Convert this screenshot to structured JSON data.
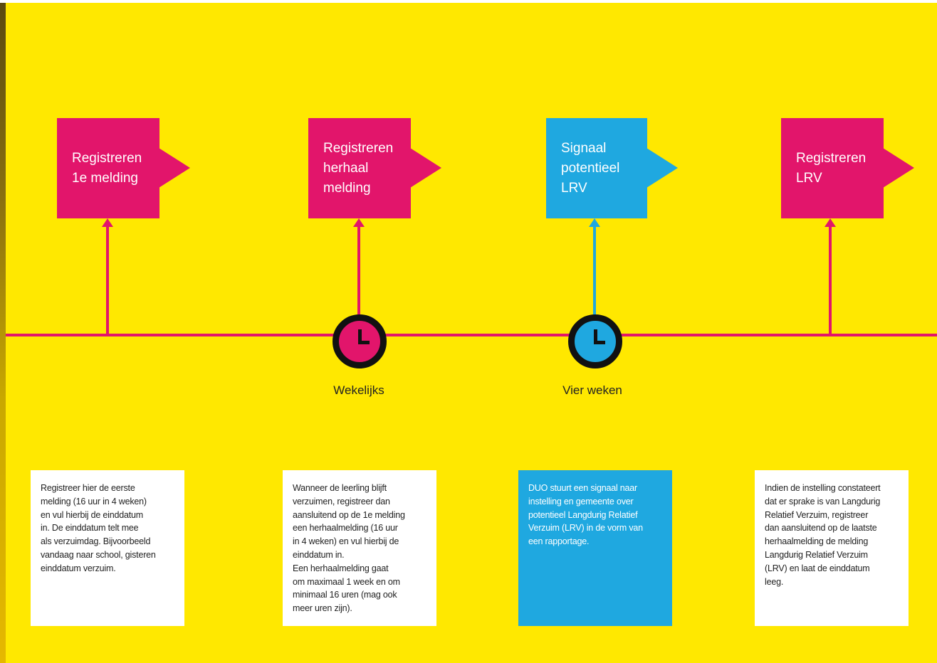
{
  "colors": {
    "background": "#FFE800",
    "magenta": "#E2156B",
    "cyan": "#1FA8E0",
    "clock_rim": "#111111",
    "card": "#FFFFFF"
  },
  "steps": [
    {
      "label": "Registreren\n1e melding",
      "color": "magenta"
    },
    {
      "label": "Registreren\nherhaal\nmelding",
      "color": "magenta"
    },
    {
      "label": "Signaal\npotentieel\nLRV",
      "color": "cyan"
    },
    {
      "label": "Registreren\nLRV",
      "color": "magenta"
    }
  ],
  "clocks": [
    {
      "label": "Wekelijks",
      "color": "magenta",
      "icon": "clock-icon"
    },
    {
      "label": "Vier weken",
      "color": "cyan",
      "icon": "clock-icon"
    }
  ],
  "descriptions": [
    "Registreer hier de eerste\nmelding (16 uur in 4 weken)\nen vul hierbij de einddatum\nin. De einddatum telt mee\nals verzuimdag. Bijvoorbeeld\nvandaag naar school, gisteren\neinddatum verzuim.",
    "Wanneer de leerling blijft\nverzuimen, registreer dan\naansluitend op de 1e melding\neen herhaalmelding (16 uur\nin 4 weken) en vul hierbij de\neinddatum in.\nEen herhaalmelding gaat\nom maximaal 1 week en om\nminimaal 16 uren (mag ook\nmeer uren zijn).",
    "DUO stuurt een signaal naar\ninstelling en gemeente over\npotentieel Langdurig Relatief\nVerzuim (LRV) in de vorm van\neen rapportage.",
    "Indien de instelling constateert\ndat er sprake is van Langdurig\nRelatief Verzuim, registreer\ndan aansluitend op de laatste\nherhaalmelding de melding\nLangdurig Relatief Verzuim\n(LRV) en laat de einddatum\nleeg."
  ]
}
